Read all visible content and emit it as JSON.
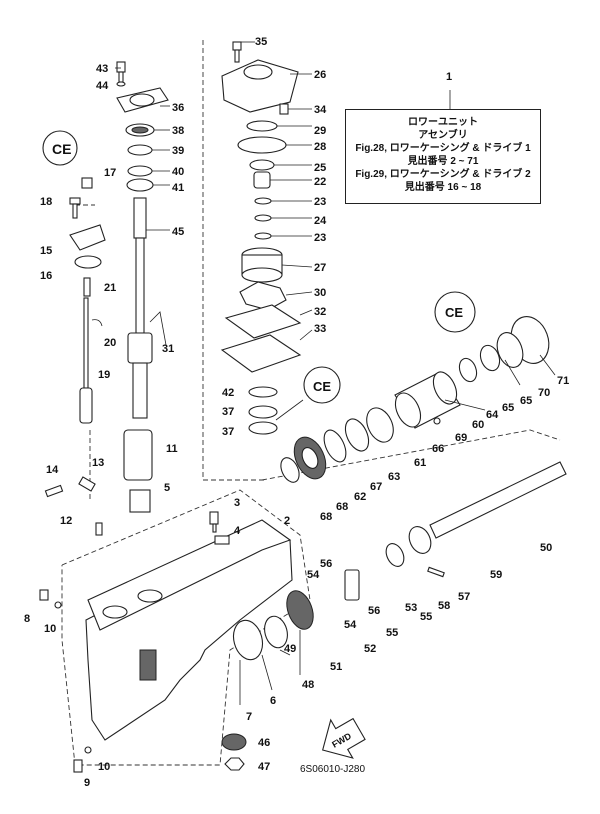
{
  "diagram": {
    "code": "6S06010-J280",
    "fwd_label": "FWD",
    "callout_c_symbol": "CE",
    "note": {
      "ref": "1",
      "line1": "ロワーユニット",
      "line2": "アセンブリ",
      "line3": "Fig.28, ロワーケーシング & ドライブ 1",
      "line4": "見出番号 2 ~ 71",
      "line5": "Fig.29, ロワーケーシング & ドライブ 2",
      "line6": "見出番号 16 ~ 18"
    },
    "labels": [
      "2",
      "3",
      "4",
      "5",
      "6",
      "7",
      "8",
      "9",
      "10",
      "10b",
      "11",
      "12",
      "13",
      "14",
      "15",
      "16",
      "17",
      "18",
      "19",
      "20",
      "21",
      "22",
      "23",
      "23b",
      "24",
      "25",
      "26",
      "27",
      "28",
      "29",
      "30",
      "31",
      "32",
      "33",
      "34",
      "35",
      "36",
      "37",
      "37b",
      "38",
      "39",
      "40",
      "41",
      "42",
      "43",
      "44",
      "45",
      "46",
      "47",
      "48",
      "49",
      "50",
      "51",
      "52",
      "53",
      "54",
      "54b",
      "55",
      "55b",
      "56",
      "56b",
      "57",
      "58",
      "59",
      "60",
      "61",
      "62",
      "63",
      "64",
      "65",
      "65b",
      "66",
      "67",
      "68",
      "68b",
      "69",
      "70",
      "71"
    ],
    "label_text": {
      "2": "2",
      "3": "3",
      "4": "4",
      "5": "5",
      "6": "6",
      "7": "7",
      "8": "8",
      "9": "9",
      "10": "10",
      "10b": "10",
      "11": "11",
      "12": "12",
      "13": "13",
      "14": "14",
      "15": "15",
      "16": "16",
      "17": "17",
      "18": "18",
      "19": "19",
      "20": "20",
      "21": "21",
      "22": "22",
      "23": "23",
      "23b": "23",
      "24": "24",
      "25": "25",
      "26": "26",
      "27": "27",
      "28": "28",
      "29": "29",
      "30": "30",
      "31": "31",
      "32": "32",
      "33": "33",
      "34": "34",
      "35": "35",
      "36": "36",
      "37": "37",
      "37b": "37",
      "38": "38",
      "39": "39",
      "40": "40",
      "41": "41",
      "42": "42",
      "43": "43",
      "44": "44",
      "45": "45",
      "46": "46",
      "47": "47",
      "48": "48",
      "49": "49",
      "50": "50",
      "51": "51",
      "52": "52",
      "53": "53",
      "54": "54",
      "54b": "54",
      "55": "55",
      "55b": "55",
      "56": "56",
      "56b": "56",
      "57": "57",
      "58": "58",
      "59": "59",
      "60": "60",
      "61": "61",
      "62": "62",
      "63": "63",
      "64": "64",
      "65": "65",
      "65b": "65",
      "66": "66",
      "67": "67",
      "68": "68",
      "68b": "68",
      "69": "69",
      "70": "70",
      "71": "71"
    }
  }
}
